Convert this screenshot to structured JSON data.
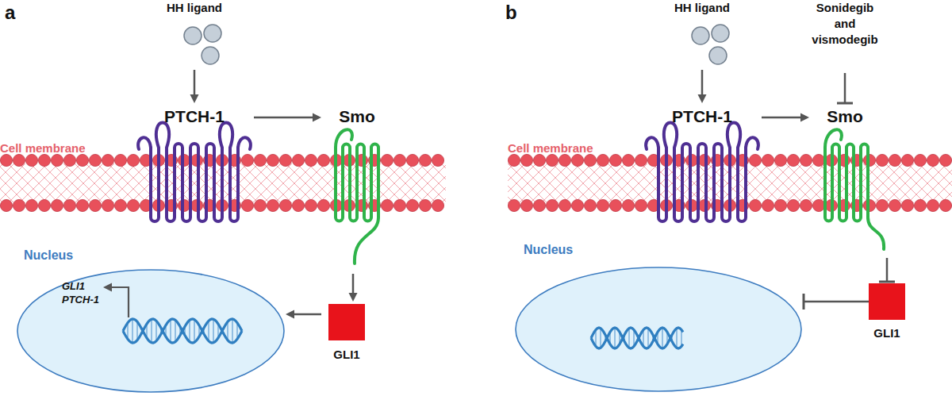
{
  "diagram": {
    "nodes": [
      {
        "text": [
          "HH ligand"
        ]
      },
      {
        "text": [
          "PTCH-1"
        ]
      },
      {
        "text": [
          "Smo"
        ]
      },
      {
        "text": [
          "Nucleus",
          "GLI1 PTCH-1"
        ]
      },
      {
        "text": [
          "GLI1"
        ]
      },
      {
        "text": [
          "HH ligand"
        ]
      },
      {
        "text": [
          "Sonidegib and vismodegib"
        ]
      },
      {
        "text": [
          "PTCH-1"
        ]
      },
      {
        "text": [
          "Smo"
        ]
      },
      {
        "text": [
          "Nucleus"
        ]
      },
      {
        "text": [
          "GLI1"
        ]
      }
    ],
    "edges": [
      {
        "from": 0,
        "to": 1,
        "arrow": "to"
      },
      {
        "from": 1,
        "to": 2,
        "arrow": "to"
      },
      {
        "from": 2,
        "to": 4,
        "arrow": "to"
      },
      {
        "from": 4,
        "to": 3,
        "arrow": "to"
      },
      {
        "from": 5,
        "to": 7,
        "arrow": "to"
      },
      {
        "from": 6,
        "to": 8,
        "arrow": "to"
      },
      {
        "from": 7,
        "to": 8,
        "arrow": "to"
      },
      {
        "from": 8,
        "to": 10,
        "arrow": "to"
      },
      {
        "from": 10,
        "to": 9,
        "arrow": "to"
      }
    ],
    "labels": [
      "a",
      "Cell membrane",
      "b",
      "Cell membrane"
    ]
  }
}
